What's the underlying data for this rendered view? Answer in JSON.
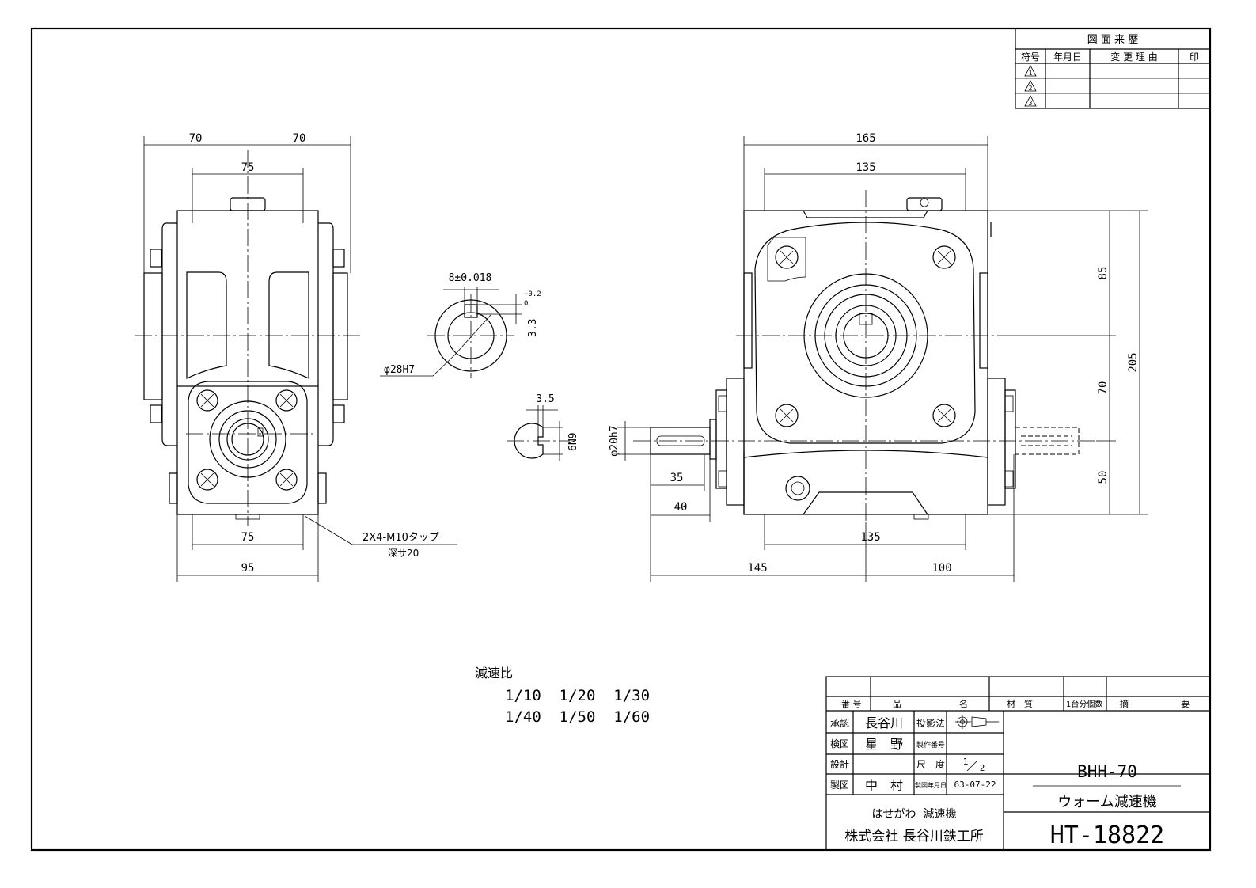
{
  "revision_table": {
    "title": "図 面 来 歴",
    "headers": [
      "符号",
      "年月日",
      "変 更 理 由",
      "印"
    ],
    "symbols": [
      "1",
      "2",
      "3"
    ]
  },
  "left_view": {
    "dim_top_left": "70",
    "dim_top_right": "70",
    "dim_top_inner": "75",
    "dim_bottom_inner": "75",
    "dim_bottom_overall": "95",
    "tap_note_line1": "2X4-M10タップ",
    "tap_note_line2": "深サ20"
  },
  "bore_detail": {
    "key_width": "8±0.018",
    "key_depth": "3.3",
    "key_depth_tol_upper": "+0.2",
    "key_depth_tol_lower": "0",
    "bore_dia": "φ28H7"
  },
  "shaft_detail": {
    "key_depth": "3.5",
    "key_width": "6N9"
  },
  "right_view": {
    "dim_top_overall": "165",
    "dim_top_inner": "135",
    "dim_v1": "85",
    "dim_v2": "70",
    "dim_v3": "50",
    "dim_v_total": "205",
    "shaft_dia": "φ20h7",
    "dim_shaft_35": "35",
    "dim_shaft_40": "40",
    "dim_bottom_inner": "135",
    "dim_bottom_left": "145",
    "dim_bottom_right": "100"
  },
  "ratio_block": {
    "title": "減速比",
    "row1": "1/10  1/20  1/30",
    "row2": "1/40  1/50  1/60"
  },
  "title_block": {
    "parts_headers": [
      "番 号",
      "品",
      "名",
      "材　質",
      "1台分個数",
      "摘",
      "要"
    ],
    "approved_label": "承認",
    "approved_name": "長谷川",
    "projection_label": "投影法",
    "checked_label": "検図",
    "checked_name": "星　野",
    "job_no_label": "製作番号",
    "designed_label": "設計",
    "scale_label": "尺　度",
    "scale_num": "1",
    "scale_den": "2",
    "drawn_label": "製図",
    "drawn_name": "中　村",
    "date_label": "製図年月日",
    "date_value": "63-07-22",
    "company_line1": "はせがわ  減速機",
    "company_line2": "株式会社 長谷川鉄工所",
    "model": "BHH-70",
    "product_name": "ウォーム減速機",
    "drawing_no": "HT-18822"
  }
}
